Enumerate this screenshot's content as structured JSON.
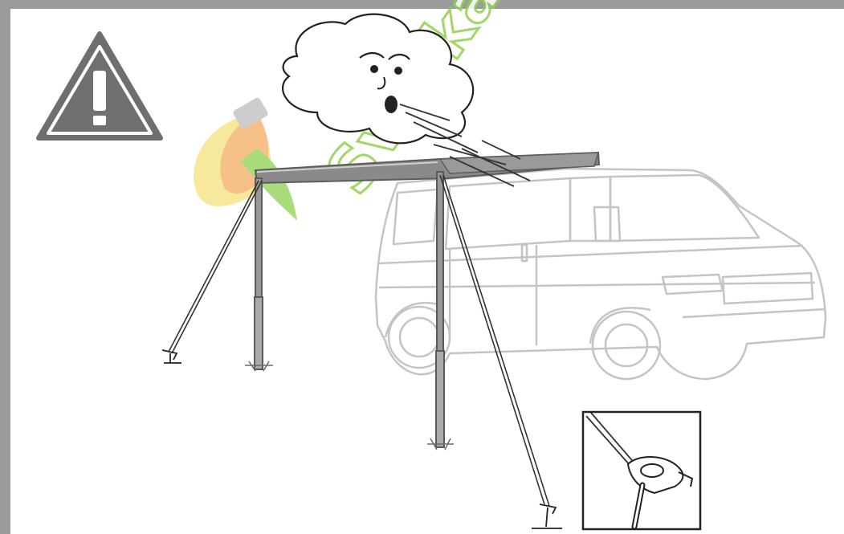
{
  "illustration": {
    "subject": "awning-setup-wind-warning",
    "warning_sign_icon": "exclamation-triangle",
    "watermark_text": "Sveckalr",
    "colors": {
      "frame_border": "#9b9b9b",
      "warning_fill": "#6f6f6f",
      "awning_fabric": "#8a8a8a",
      "van_outline": "#c4c4c4",
      "pole": "#888888",
      "watermark_green": "#8fd14f",
      "watermark_yellow": "#f3e27a",
      "watermark_orange": "#f2a35e"
    }
  }
}
